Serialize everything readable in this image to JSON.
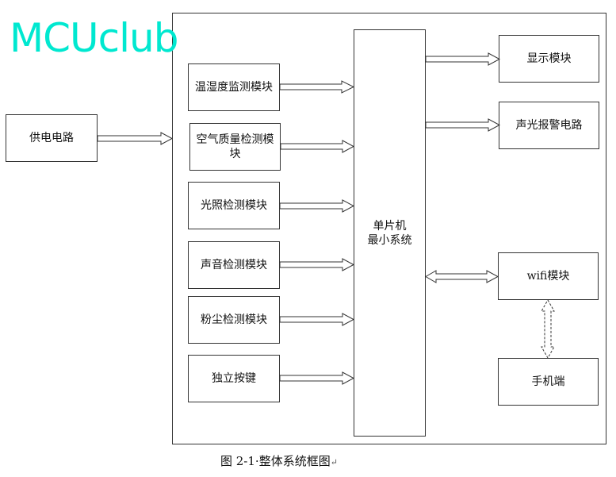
{
  "watermark": "MCUclub",
  "caption": {
    "text": "图 2-1·整体系统框图",
    "mark": "↵"
  },
  "blocks": {
    "power": "供电电路",
    "temp_humidity": "温湿度监测模块",
    "air_quality": "空气质量检测模块",
    "light": "光照检测模块",
    "sound": "声音检测模块",
    "dust": "粉尘检测模块",
    "buttons": "独立按键",
    "mcu_line1": "单片机",
    "mcu_line2": "最小系统",
    "display": "显示模块",
    "alarm": "声光报警电路",
    "wifi": "wifi模块",
    "phone": "手机端"
  },
  "colors": {
    "watermark": "#00e8d0",
    "lines": "#333333"
  }
}
